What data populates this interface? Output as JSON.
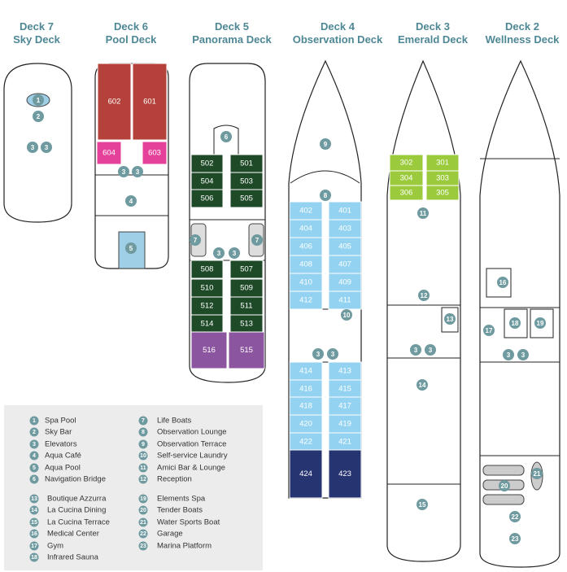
{
  "headers": [
    {
      "deck": "Deck 7",
      "name": "Sky Deck"
    },
    {
      "deck": "Deck 6",
      "name": "Pool Deck"
    },
    {
      "deck": "Deck 5",
      "name": "Panorama Deck"
    },
    {
      "deck": "Deck 4",
      "name": "Observation Deck"
    },
    {
      "deck": "Deck 3",
      "name": "Emerald Deck"
    },
    {
      "deck": "Deck 2",
      "name": "Wellness Deck"
    }
  ],
  "colors": {
    "header": "#4e8795",
    "marker": "#6f9a9f",
    "deck6_suite": "#b4413a",
    "deck6_pink": "#e6419a",
    "deck5_green": "#1f4a28",
    "deck5_purple": "#8c559f",
    "deck4_blue": "#93d3f1",
    "deck4_navy": "#273472",
    "deck3_lime": "#9bcb3d",
    "legend_bg": "#ececec"
  },
  "rooms": {
    "deck6": [
      "602",
      "601",
      "604",
      "603"
    ],
    "deck5": [
      "502",
      "501",
      "504",
      "503",
      "506",
      "505",
      "508",
      "507",
      "510",
      "509",
      "512",
      "511",
      "514",
      "513",
      "516",
      "515"
    ],
    "deck4": [
      "402",
      "401",
      "404",
      "403",
      "406",
      "405",
      "408",
      "407",
      "410",
      "409",
      "412",
      "411",
      "414",
      "413",
      "416",
      "415",
      "418",
      "417",
      "420",
      "419",
      "422",
      "421",
      "424",
      "423"
    ],
    "deck3": [
      "302",
      "301",
      "304",
      "303",
      "306",
      "305"
    ]
  },
  "markers": {
    "deck7": [
      "1",
      "2",
      "3",
      "3"
    ],
    "deck6": [
      "3",
      "3",
      "4",
      "5"
    ],
    "deck5": [
      "6",
      "7",
      "7",
      "3",
      "3"
    ],
    "deck4": [
      "9",
      "8",
      "10",
      "3",
      "3"
    ],
    "deck3": [
      "11",
      "12",
      "13",
      "3",
      "3",
      "14",
      "15"
    ],
    "deck2": [
      "16",
      "17",
      "18",
      "19",
      "3",
      "3",
      "20",
      "21",
      "22",
      "23"
    ]
  },
  "legend": [
    {
      "num": "1",
      "label": "Spa Pool"
    },
    {
      "num": "2",
      "label": "Sky Bar"
    },
    {
      "num": "3",
      "label": "Elevators"
    },
    {
      "num": "4",
      "label": "Aqua Café"
    },
    {
      "num": "5",
      "label": "Aqua Pool"
    },
    {
      "num": "6",
      "label": "Navigation Bridge"
    },
    {
      "num": "7",
      "label": "Life Boats"
    },
    {
      "num": "8",
      "label": "Observation Lounge"
    },
    {
      "num": "9",
      "label": "Observation Terrace"
    },
    {
      "num": "10",
      "label": "Self-service Laundry"
    },
    {
      "num": "11",
      "label": "Amici Bar & Lounge"
    },
    {
      "num": "12",
      "label": "Reception"
    },
    {
      "num": "13",
      "label": "Boutique Azzurra"
    },
    {
      "num": "14",
      "label": "La Cucina Dining"
    },
    {
      "num": "15",
      "label": "La Cucina Terrace"
    },
    {
      "num": "16",
      "label": "Medical Center"
    },
    {
      "num": "17",
      "label": "Gym"
    },
    {
      "num": "18",
      "label": "Infrared Sauna"
    },
    {
      "num": "19",
      "label": "Elements Spa"
    },
    {
      "num": "20",
      "label": "Tender Boats"
    },
    {
      "num": "21",
      "label": "Water Sports Boat"
    },
    {
      "num": "22",
      "label": "Garage"
    },
    {
      "num": "23",
      "label": "Marina Platform"
    }
  ]
}
